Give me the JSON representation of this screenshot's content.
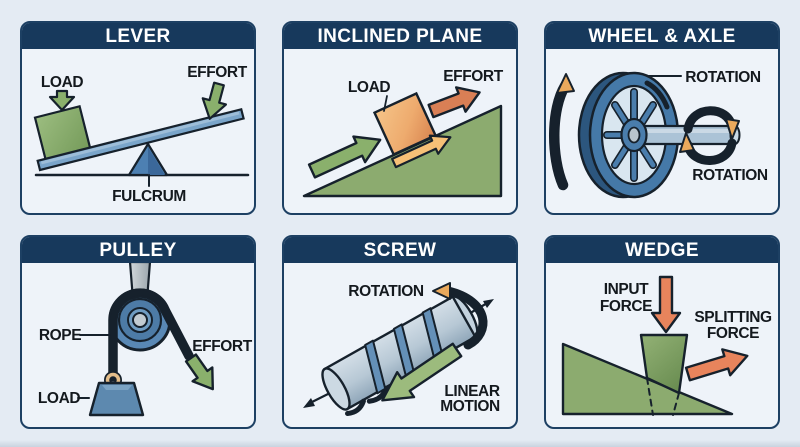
{
  "panels": [
    {
      "id": "lever",
      "title": "LEVER",
      "labels": {
        "load": "LOAD",
        "effort": "EFFORT",
        "fulcrum": "FULCRUM"
      }
    },
    {
      "id": "inclined-plane",
      "title": "INCLINED PLANE",
      "labels": {
        "load": "LOAD",
        "effort": "EFFORT"
      }
    },
    {
      "id": "wheel-axle",
      "title": "WHEEL & AXLE",
      "labels": {
        "rotation_wheel": "ROTATION",
        "rotation_axle": "ROTATION"
      }
    },
    {
      "id": "pulley",
      "title": "PULLEY",
      "labels": {
        "rope": "ROPE",
        "load": "LOAD",
        "effort": "EFFORT"
      }
    },
    {
      "id": "screw",
      "title": "SCREW",
      "labels": {
        "rotation": "ROTATION",
        "linear_1": "LINEAR",
        "linear_2": "MOTION"
      }
    },
    {
      "id": "wedge",
      "title": "WEDGE",
      "labels": {
        "input_1": "INPUT",
        "input_2": "FORCE",
        "splitting_1": "SPLITTING",
        "splitting_2": "FORCE"
      }
    }
  ],
  "colors": {
    "page_bg": "#e4ebf3",
    "panel_bg": "#eef3f9",
    "header_bg": "#17395c",
    "header_text": "#ffffff",
    "outline": "#16212c",
    "green_shape": "#8cab6f",
    "green_arrow": "#8ab06c",
    "beam_blue": "#7aa5ca",
    "fulcrum_blue": "#4d80b2",
    "wheel_blue": "#4579a8",
    "steel_blue": "#abc3d6",
    "rope_tan": "#eac58f",
    "orange_arrow": "#eaa95c",
    "orange_red_arrow": "#d97f55",
    "wedge_arrow": "#e8845c",
    "box_orange": "#eeab6e"
  }
}
